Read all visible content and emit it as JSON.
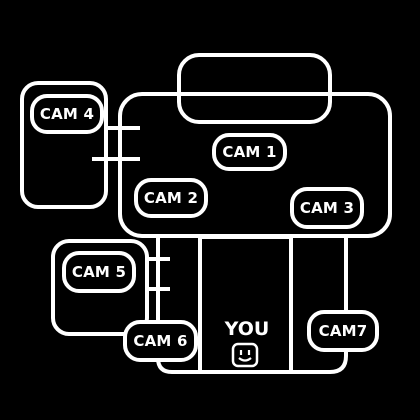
{
  "map": {
    "cameras": [
      {
        "id": "cam1",
        "label": "CAM 1"
      },
      {
        "id": "cam2",
        "label": "CAM 2"
      },
      {
        "id": "cam3",
        "label": "CAM 3"
      },
      {
        "id": "cam4",
        "label": "CAM 4"
      },
      {
        "id": "cam5",
        "label": "CAM 5"
      },
      {
        "id": "cam6",
        "label": "CAM 6"
      },
      {
        "id": "cam7",
        "label": "CAM7"
      }
    ],
    "player_label": "YOU",
    "colors": {
      "background": "#000000",
      "line": "#ffffff"
    },
    "player_icon": "smiley-face-icon"
  }
}
